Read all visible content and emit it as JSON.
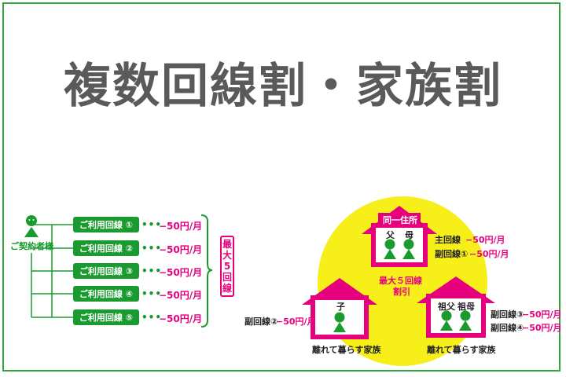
{
  "title": "複数回線割・家族割",
  "left_diagram": {
    "contract_holder_label": "ご契約者様",
    "lines": [
      {
        "label": "ご利用回線 ①",
        "discount": "−50円/月"
      },
      {
        "label": "ご利用回線 ②",
        "discount": "−50円/月"
      },
      {
        "label": "ご利用回線 ③",
        "discount": "−50円/月"
      },
      {
        "label": "ご利用回線 ④",
        "discount": "−50円/月"
      },
      {
        "label": "ご利用回線 ⑤",
        "discount": "−50円/月"
      }
    ],
    "dots": "•••",
    "max_label": "最大5回線"
  },
  "right_diagram": {
    "center_text_1": "最大５回線",
    "center_text_2": "割引",
    "top_house": {
      "title": "同一住所",
      "person1": "父",
      "person2": "母",
      "line1_label": "主回線",
      "line1_discount": "−50円/月",
      "line2_label": "副回線①",
      "line2_discount": "−50円/月"
    },
    "left_house": {
      "person": "子",
      "caption": "離れて暮らす家族",
      "line_label": "副回線②",
      "line_discount": "−50円/月"
    },
    "right_house": {
      "person1": "祖父",
      "person2": "祖母",
      "caption": "離れて暮らす家族",
      "line1_label": "副回線③",
      "line1_discount": "−50円/月",
      "line2_label": "副回線④",
      "line2_discount": "−50円/月"
    }
  },
  "colors": {
    "green": "#1a9b2f",
    "pink": "#e6007e",
    "yellow": "#f7ef1a",
    "title": "#5a5a5a"
  }
}
